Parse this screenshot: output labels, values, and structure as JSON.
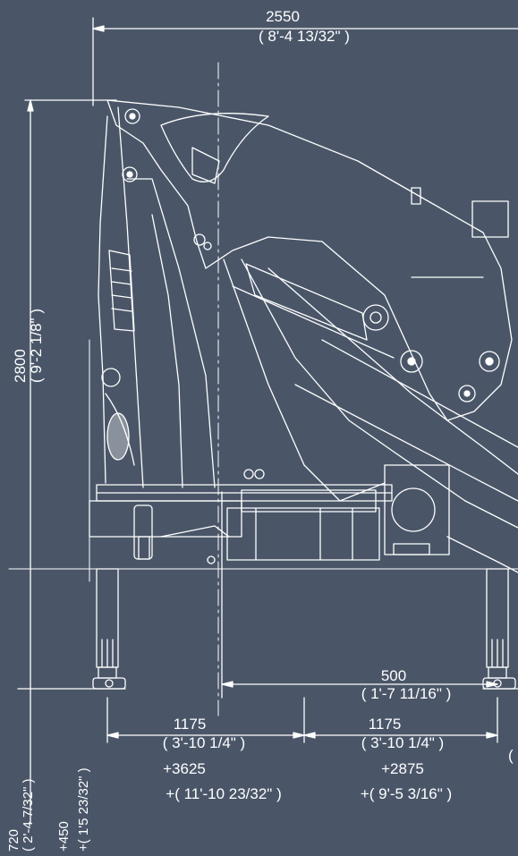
{
  "colors": {
    "background": "#4a5668",
    "line": "#ffffff"
  },
  "dimensions": {
    "top_width_mm": "2550",
    "top_width_in": "( 8'-4 13/32\" )",
    "height_mm": "2800",
    "height_in": "( 9'-2 1/8\" )",
    "right_outrigger_mm": "500",
    "right_outrigger_in": "( 1'-7 11/16\" )",
    "left_leg_mm": "1175",
    "left_leg_in": "( 3'-10 1/4\" )",
    "left_ext_mm": "+3625",
    "left_ext_in": "+( 11'-10 23/32\" )",
    "right_leg_mm": "1175",
    "right_leg_in": "( 3'-10 1/4\" )",
    "right_ext_mm": "+2875",
    "right_ext_in": "+( 9'-5 3/16\" )",
    "bottom_mm": "720",
    "bottom_in": "( 2'-4 7/32\" )",
    "stroke_mm": "+450",
    "stroke_in": "+( 1'5 23/32\" )",
    "edge_paren": "("
  }
}
